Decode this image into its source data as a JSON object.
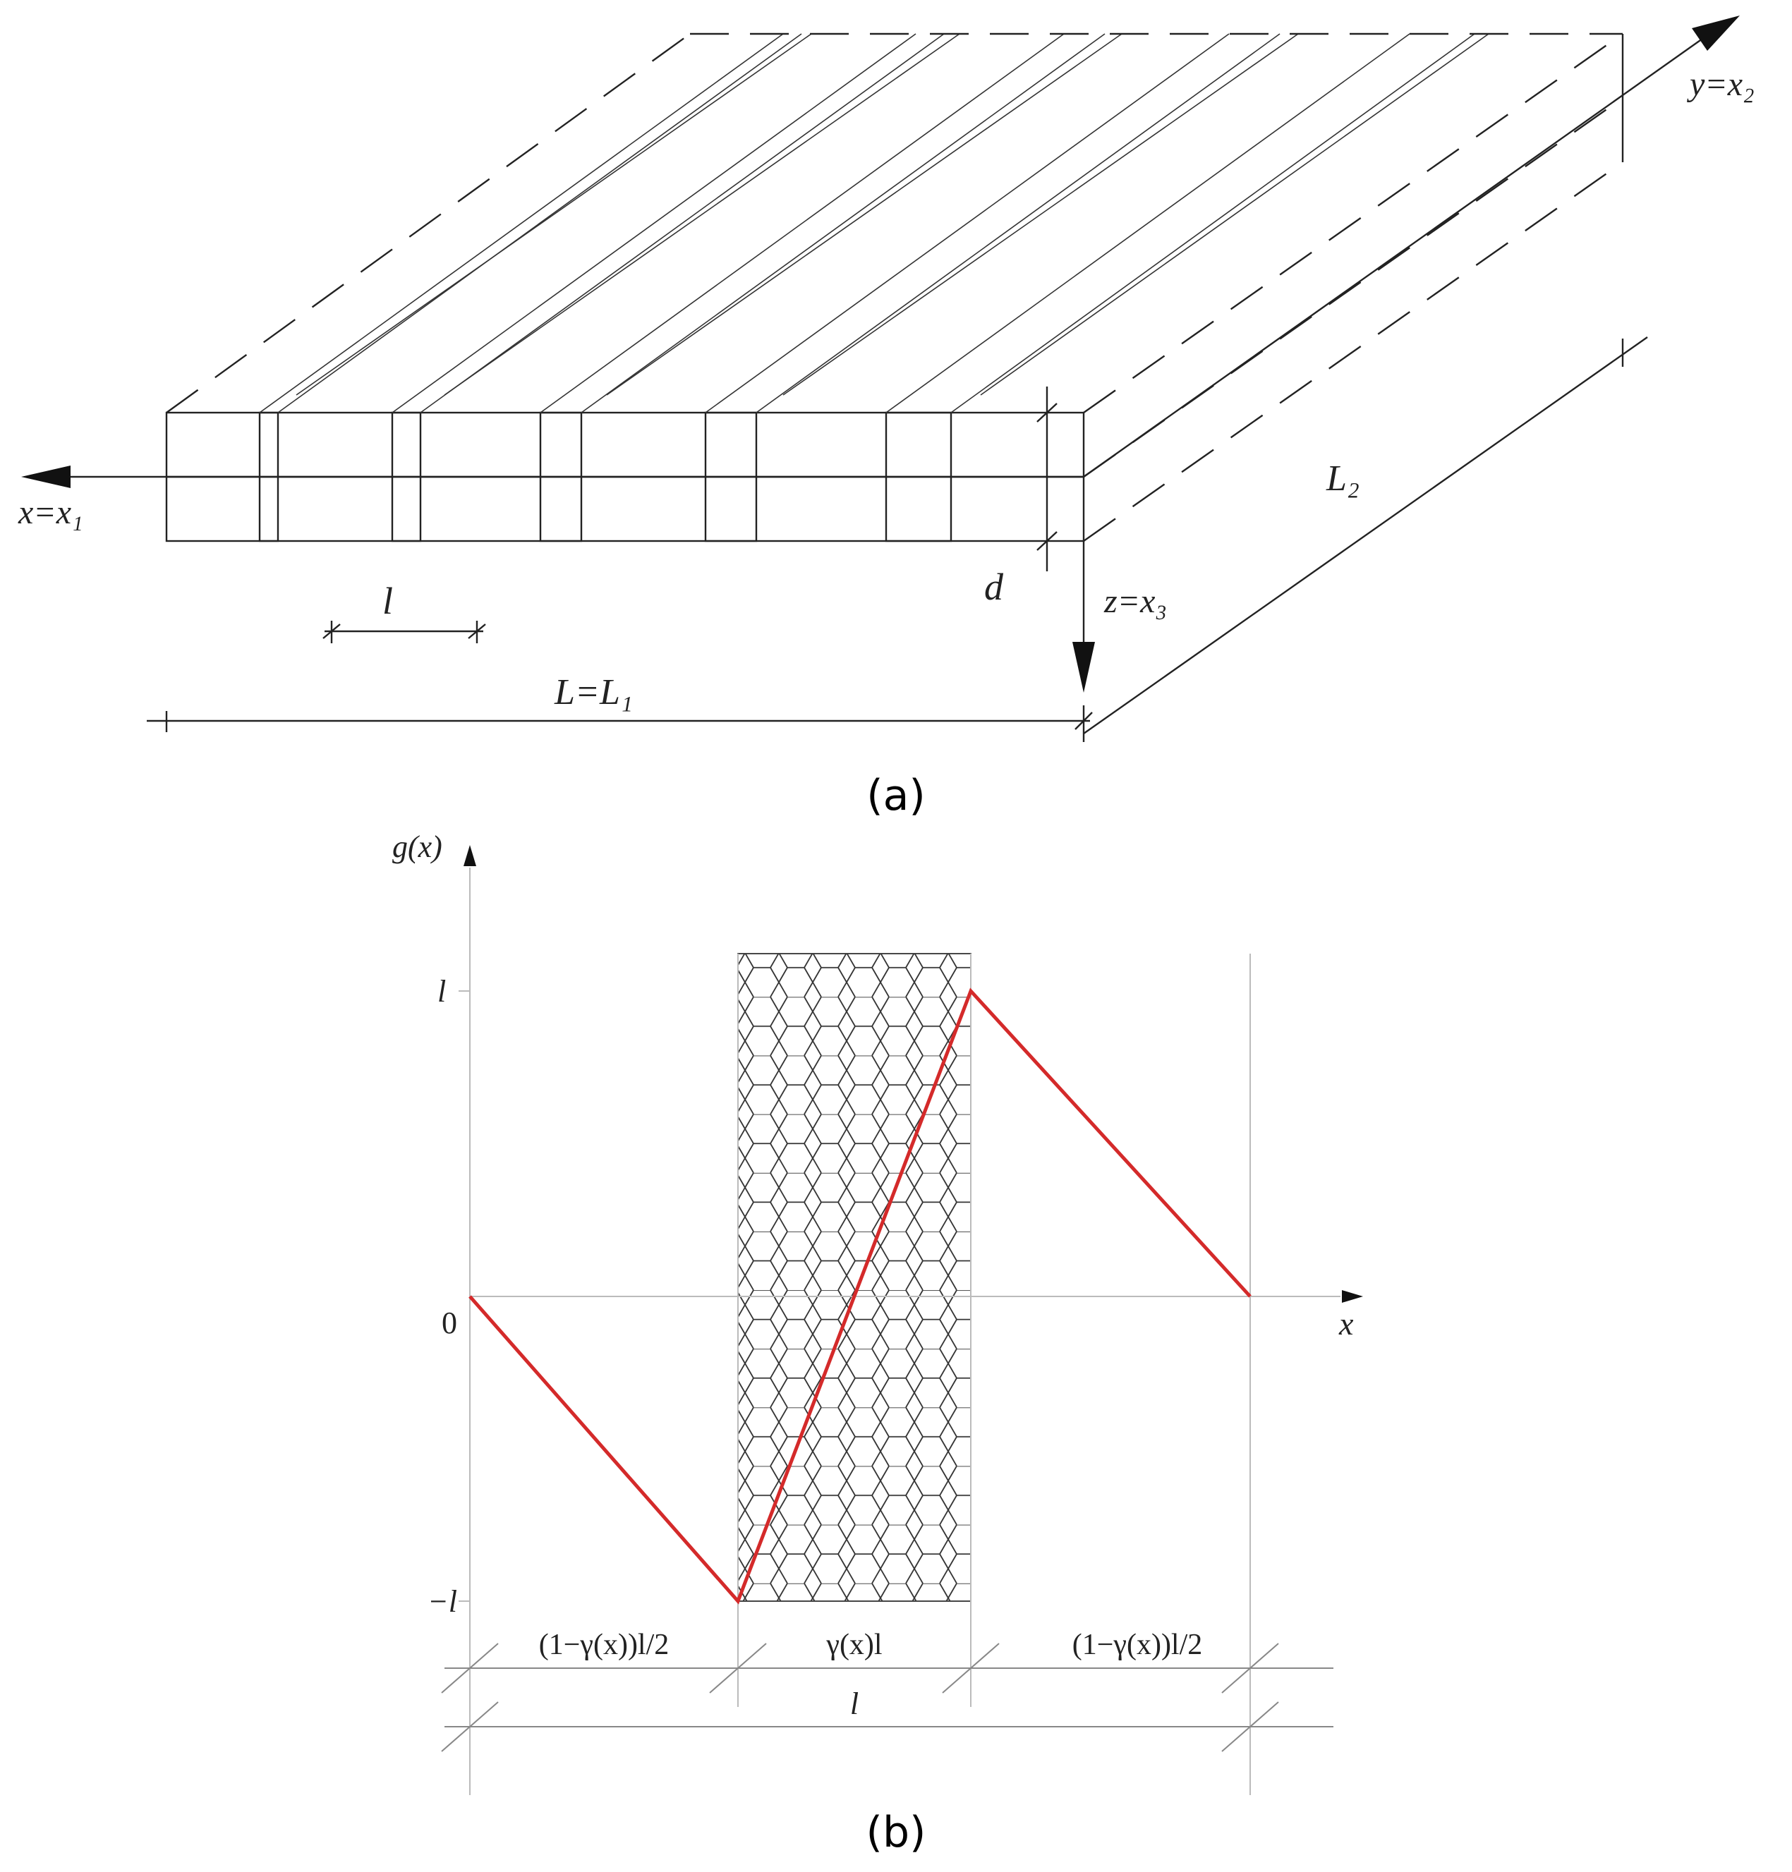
{
  "panel_a": {
    "caption": "(a)",
    "x_axis_label": "x=x₁",
    "y_axis_label": "y=x₂",
    "z_axis_label": "z=x₃",
    "dim_period": "l",
    "dim_length": "L=L₁",
    "dim_width": "L₂",
    "dim_thickness": "d"
  },
  "panel_b": {
    "caption": "(b)",
    "y_axis_label": "g(x)",
    "x_axis_label": "x",
    "tick_top": "l",
    "tick_zero": "0",
    "tick_bottom": "−l",
    "seg_left": "(1−γ(x))l/2",
    "seg_mid": "γ(x)l",
    "seg_right": "(1−γ(x))l/2",
    "seg_total": "l",
    "line_color": "#d42a2a"
  }
}
